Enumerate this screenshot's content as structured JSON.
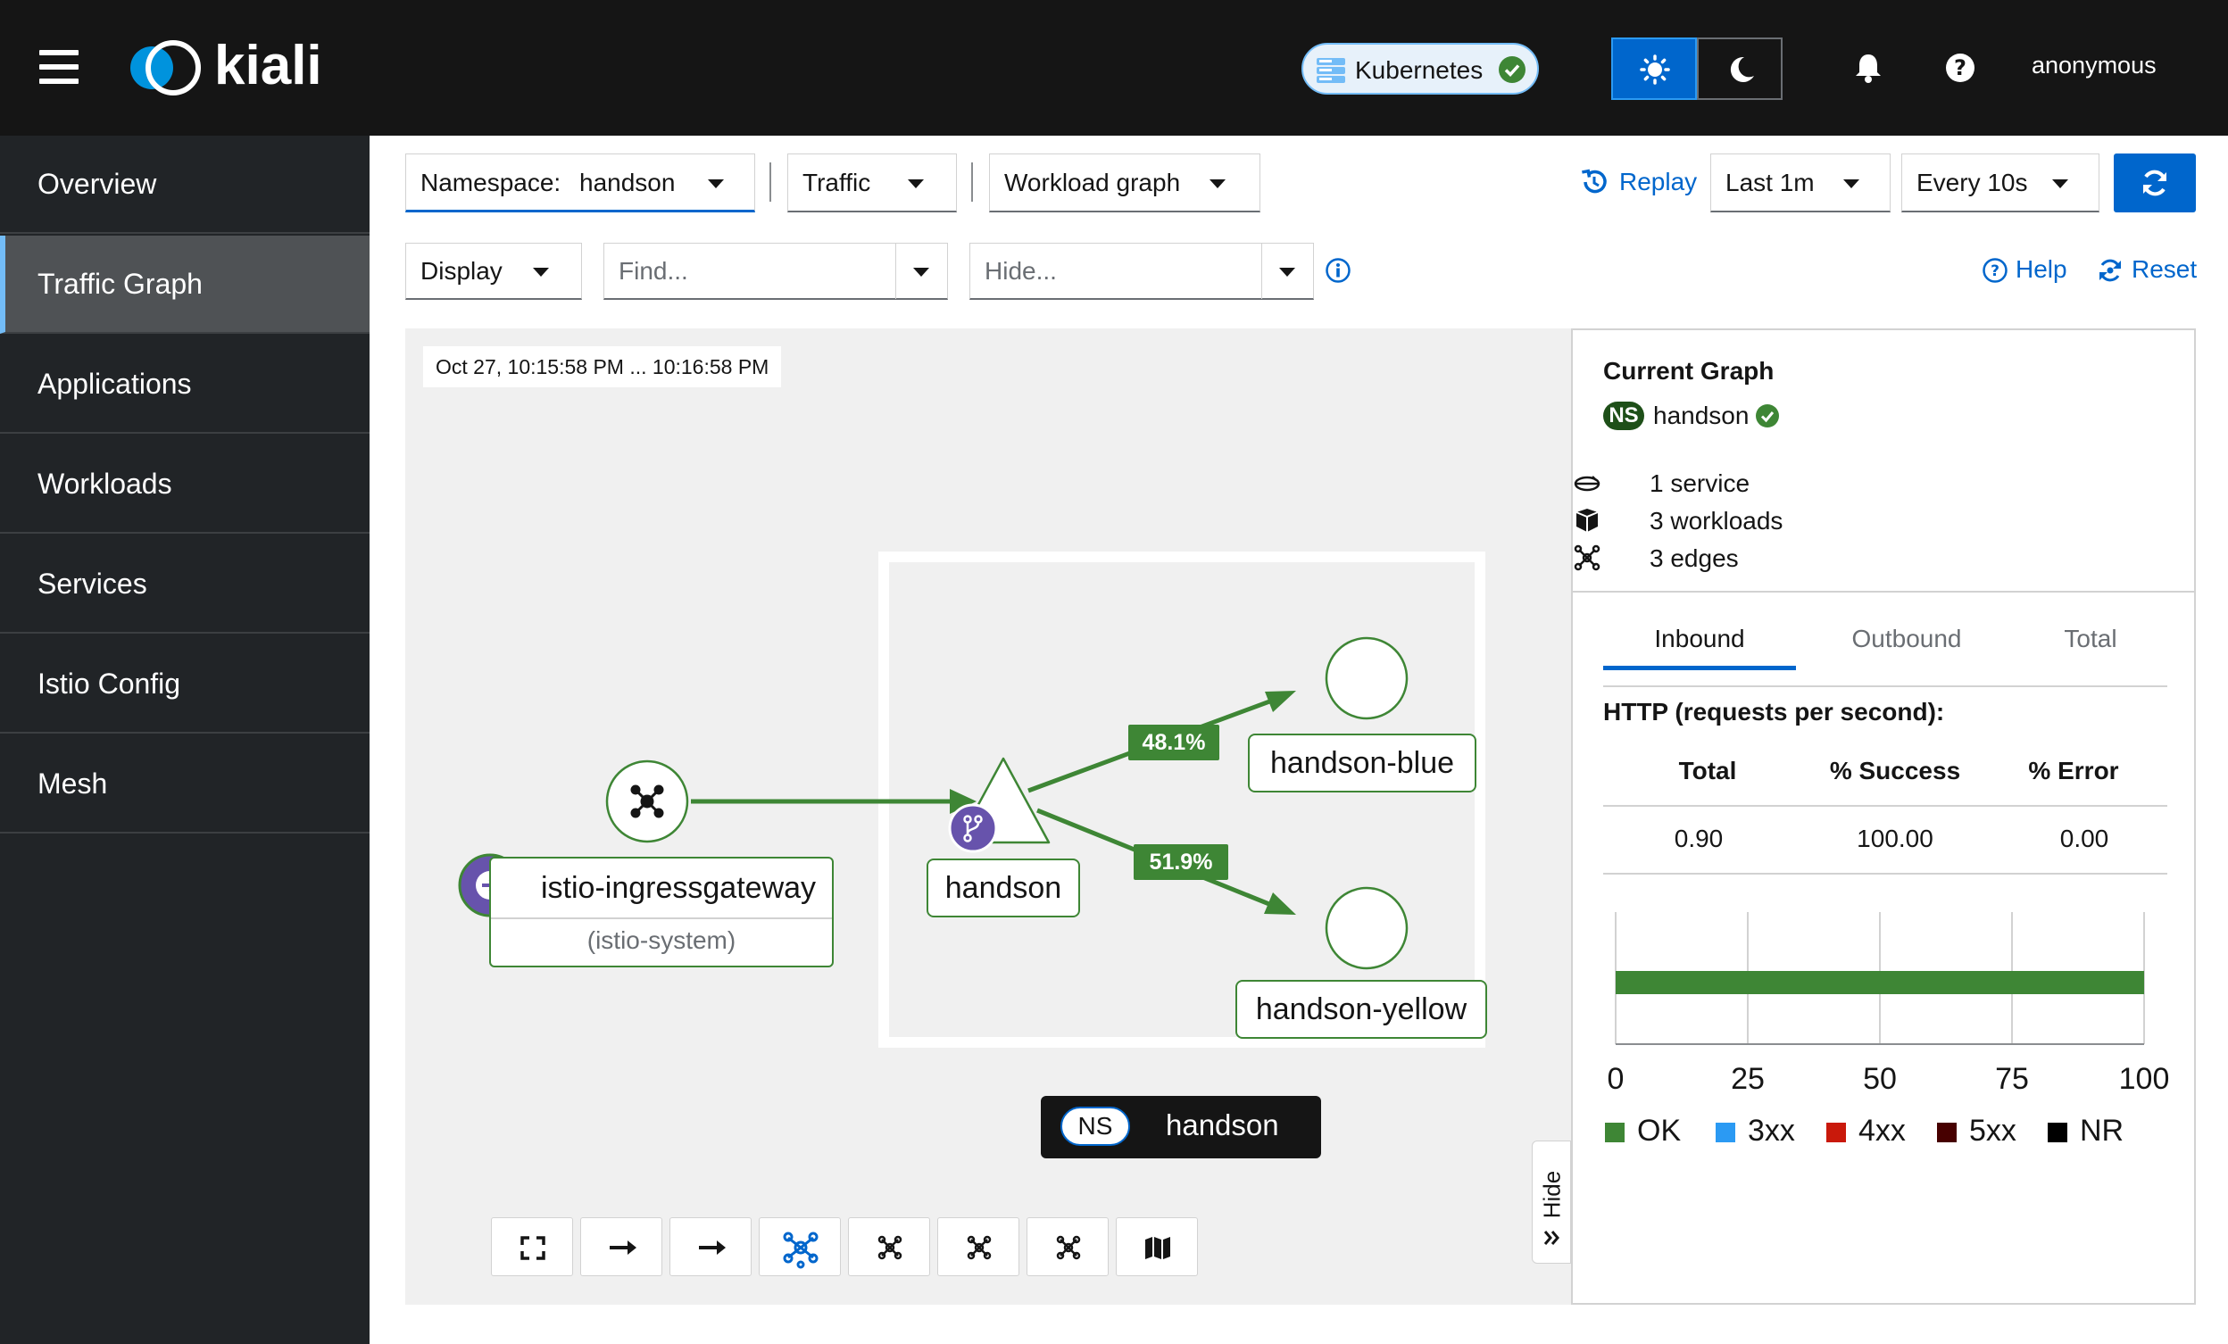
{
  "header": {
    "app_name": "kiali",
    "cluster_label": "Kubernetes",
    "user": "anonymous",
    "icons": [
      "menu-icon",
      "kiali-logo",
      "cluster-icon",
      "check-circle-icon",
      "sun-icon",
      "moon-icon",
      "bell-icon",
      "help-icon"
    ]
  },
  "sidebar": {
    "items": [
      {
        "label": "Overview"
      },
      {
        "label": "Traffic Graph",
        "active": true
      },
      {
        "label": "Applications"
      },
      {
        "label": "Workloads"
      },
      {
        "label": "Services"
      },
      {
        "label": "Istio Config"
      },
      {
        "label": "Mesh"
      }
    ]
  },
  "toolbar": {
    "namespace_label": "Namespace:",
    "namespace_value": "handson",
    "traffic": "Traffic",
    "graph_type": "Workload graph",
    "replay": "Replay",
    "duration": "Last 1m",
    "refresh_interval": "Every 10s",
    "display": "Display",
    "find_placeholder": "Find...",
    "hide_placeholder": "Hide...",
    "help": "Help",
    "reset": "Reset"
  },
  "graph": {
    "timestamp": "Oct 27, 10:15:58 PM ... 10:16:58 PM",
    "nodes": {
      "gateway": {
        "name": "istio-ingressgateway",
        "namespace": "(istio-system)"
      },
      "service": {
        "name": "handson"
      },
      "blue": {
        "name": "handson-blue"
      },
      "yellow": {
        "name": "handson-yellow"
      }
    },
    "edges": {
      "to_blue": "48.1%",
      "to_yellow": "51.9%"
    },
    "ns_legend": {
      "badge": "NS",
      "name": "handson"
    },
    "hide_tab": "Hide",
    "colors": {
      "edge": "#3e8635",
      "badge": "#6753ac"
    }
  },
  "panel": {
    "title": "Current Graph",
    "ns_badge": "NS",
    "namespace": "handson",
    "stats": {
      "services": "1 service",
      "workloads": "3 workloads",
      "edges": "3 edges"
    },
    "tabs": [
      "Inbound",
      "Outbound",
      "Total"
    ],
    "http_title": "HTTP (requests per second):",
    "table": {
      "headers": [
        "Total",
        "% Success",
        "% Error"
      ],
      "row": [
        "0.90",
        "100.00",
        "0.00"
      ]
    },
    "chart_data": {
      "type": "bar",
      "orientation": "horizontal",
      "categories": [
        ""
      ],
      "series": [
        {
          "name": "OK",
          "values": [
            100
          ]
        },
        {
          "name": "3xx",
          "values": [
            0
          ]
        },
        {
          "name": "4xx",
          "values": [
            0
          ]
        },
        {
          "name": "5xx",
          "values": [
            0
          ]
        },
        {
          "name": "NR",
          "values": [
            0
          ]
        }
      ],
      "x_ticks": [
        "0",
        "25",
        "50",
        "75",
        "100"
      ],
      "xlim": [
        0,
        100
      ],
      "grid": true,
      "legend_placement": "bottom",
      "colors": {
        "OK": "#3e8635",
        "3xx": "#2b9af3",
        "4xx": "#c9190b",
        "5xx": "#470000",
        "NR": "#000000"
      }
    }
  }
}
